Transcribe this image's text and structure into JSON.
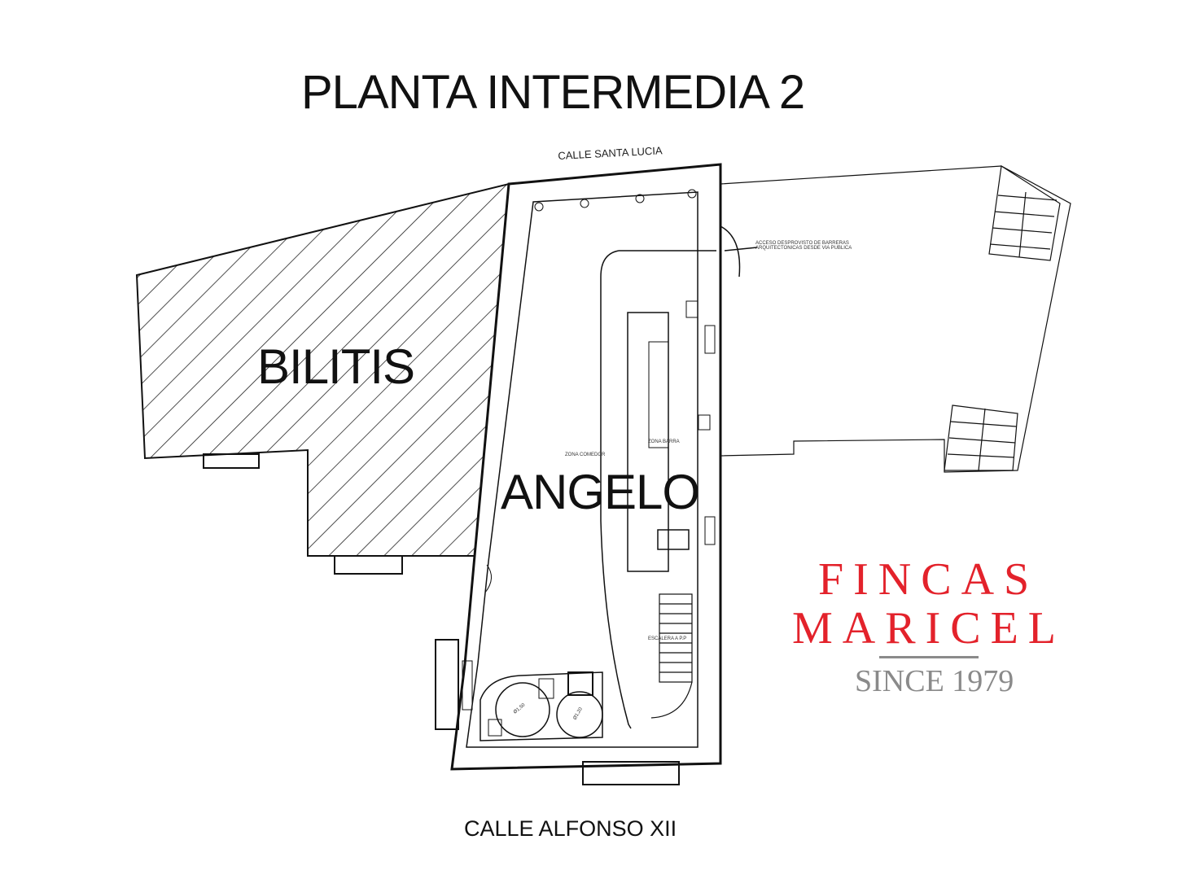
{
  "title": "PLANTA INTERMEDIA 2",
  "streets": {
    "top": "CALLE SANTA LUCIA",
    "bottom": "CALLE ALFONSO XII"
  },
  "units": {
    "left": "BILITIS",
    "center": "ANGELO"
  },
  "annotations": {
    "access": "ACCESO DESPROVISTO DE BARRERAS ARQUITECTONICAS DESDE VIA PUBLICA",
    "zone_comedor": "ZONA COMEDOR",
    "zone_barra": "ZONA BARRA",
    "escalera": "ESCALERA A P.P",
    "toilet_1": "Ø1,50",
    "toilet_2": "Ø1,20"
  },
  "brand": {
    "line1": "FINCAS",
    "line2": "MARICEL",
    "since": "SINCE 1979",
    "color": "#e3222b"
  }
}
